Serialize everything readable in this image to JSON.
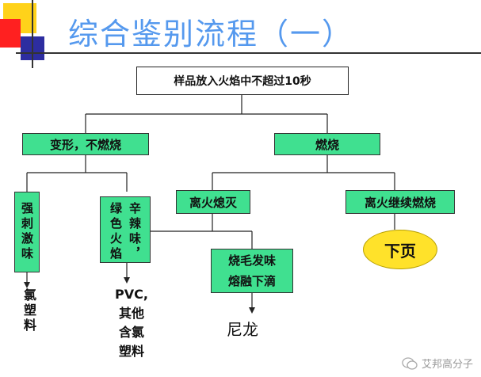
{
  "title": "综合鉴别流程（一）",
  "nodes": {
    "root": "样品放入火焰中不超过10秒",
    "deform": "变形，不燃烧",
    "burn": "燃烧",
    "pungent": "强刺激味",
    "green_flame": "绿色火焰",
    "spicy": "辛辣味，",
    "extinguish": "离火熄灭",
    "continue_burn": "离火继续燃烧",
    "hair_smell_1": "烧毛发味",
    "hair_smell_2": "熔融下滴",
    "next_page": "下页",
    "chlor_plastic": "氯塑料",
    "pvc_1": "PVC,",
    "pvc_2": "其他",
    "pvc_3": "含氯",
    "pvc_4": "塑料",
    "nylon": "尼龙"
  },
  "watermark": "艾邦高分子",
  "colors": {
    "title": "#5599ee",
    "node_green": "#40e090",
    "ellipse_yellow": "#ffe22a"
  }
}
